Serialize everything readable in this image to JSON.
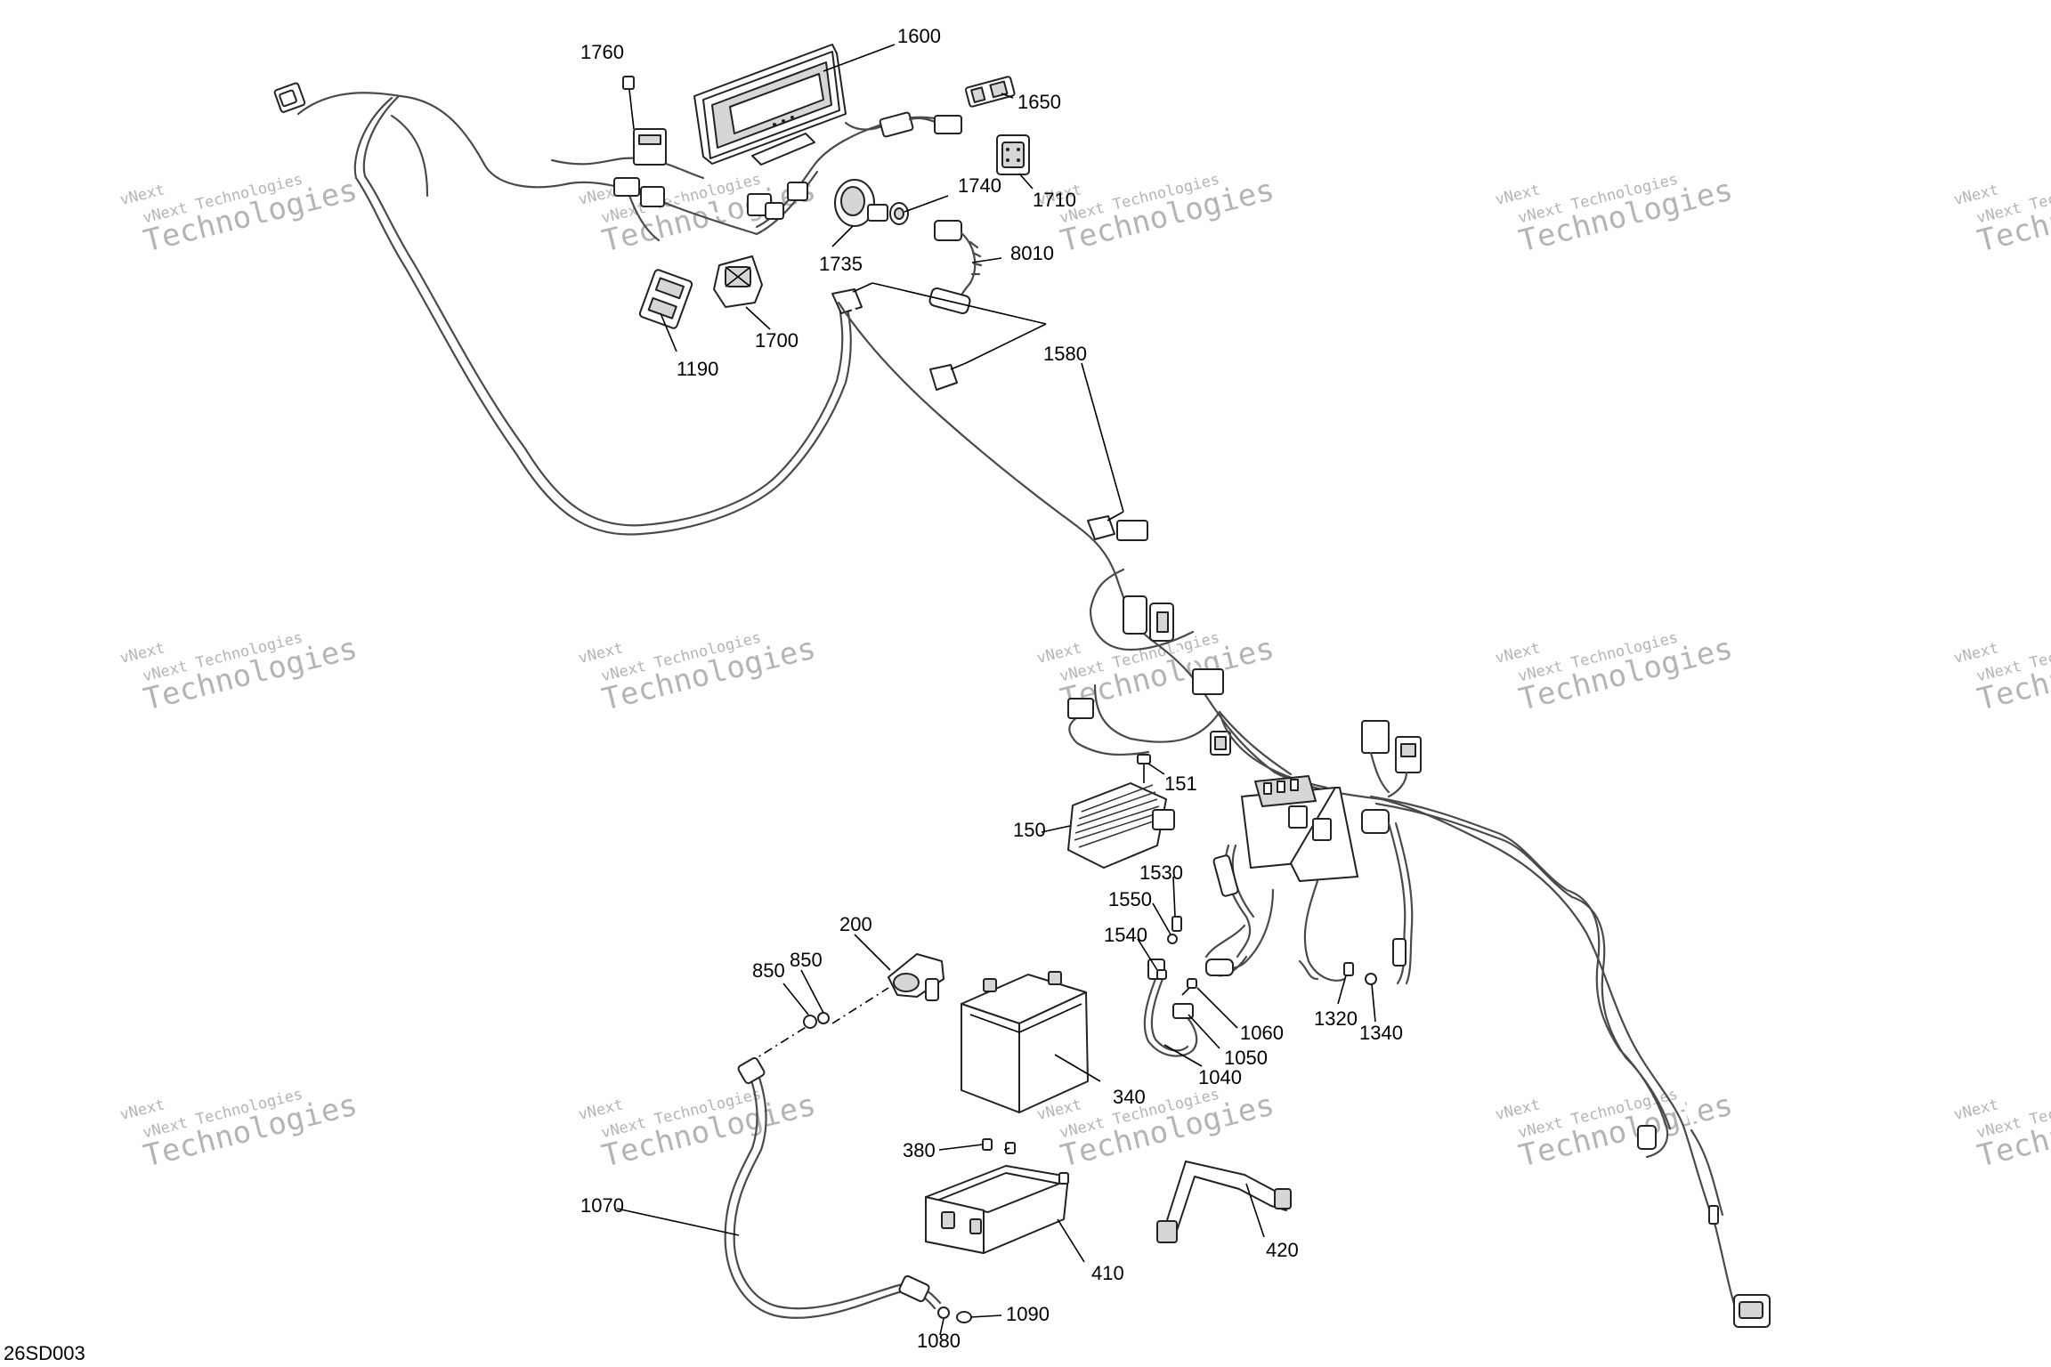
{
  "diagram_code": "26SD003",
  "watermark": {
    "line1": "vNext Technologies",
    "line2": "Technologies",
    "line3": "vNext"
  },
  "labels": {
    "p1760": "1760",
    "p1600": "1600",
    "p1650": "1650",
    "p1710": "1710",
    "p1740": "1740",
    "p1735": "1735",
    "p8010": "8010",
    "p1700": "1700",
    "p1190": "1190",
    "p1580": "1580",
    "p151": "151",
    "p150": "150",
    "p1530": "1530",
    "p1550": "1550",
    "p1540": "1540",
    "p200": "200",
    "p850a": "850",
    "p850b": "850",
    "p340": "340",
    "p1060": "1060",
    "p1050": "1050",
    "p1040": "1040",
    "p1320": "1320",
    "p1340": "1340",
    "p380": "380",
    "p1070": "1070",
    "p410": "410",
    "p420": "420",
    "p1090": "1090",
    "p1080": "1080"
  }
}
